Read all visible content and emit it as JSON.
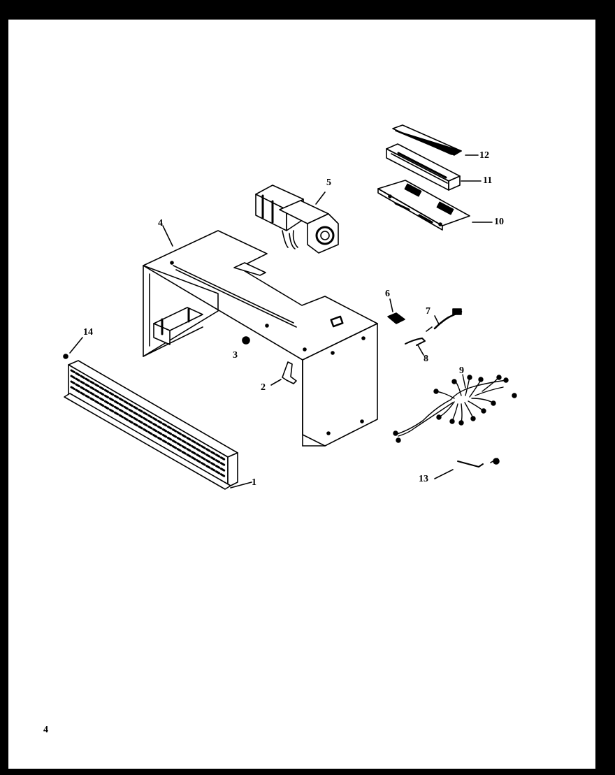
{
  "callouts": {
    "c1": "1",
    "c2": "2",
    "c3": "3",
    "c4": "4",
    "c5": "5",
    "c6": "6",
    "c7": "7",
    "c8": "8",
    "c9": "9",
    "c10": "10",
    "c11": "11",
    "c12": "12",
    "c13": "13",
    "c14": "14"
  },
  "page_number": "4"
}
